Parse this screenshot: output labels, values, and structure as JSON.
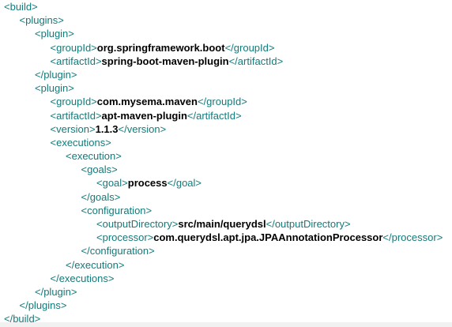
{
  "xml": {
    "lines": [
      {
        "indent": 0,
        "open": "<build>",
        "text": "",
        "close": ""
      },
      {
        "indent": 1,
        "open": "<plugins>",
        "text": "",
        "close": ""
      },
      {
        "indent": 2,
        "open": "<plugin>",
        "text": "",
        "close": ""
      },
      {
        "indent": 3,
        "open": "<groupId>",
        "text": "org.springframework.boot",
        "close": "</groupId>"
      },
      {
        "indent": 3,
        "open": "<artifactId>",
        "text": "spring-boot-maven-plugin",
        "close": "</artifactId>"
      },
      {
        "indent": 2,
        "open": "</plugin>",
        "text": "",
        "close": ""
      },
      {
        "indent": 2,
        "open": "<plugin>",
        "text": "",
        "close": ""
      },
      {
        "indent": 3,
        "open": "<groupId>",
        "text": "com.mysema.maven",
        "close": "</groupId>"
      },
      {
        "indent": 3,
        "open": "<artifactId>",
        "text": "apt-maven-plugin",
        "close": "</artifactId>"
      },
      {
        "indent": 3,
        "open": "<version>",
        "text": "1.1.3",
        "close": "</version>"
      },
      {
        "indent": 3,
        "open": "<executions>",
        "text": "",
        "close": ""
      },
      {
        "indent": 4,
        "open": "<execution>",
        "text": "",
        "close": ""
      },
      {
        "indent": 5,
        "open": "<goals>",
        "text": "",
        "close": ""
      },
      {
        "indent": 6,
        "open": "<goal>",
        "text": "process",
        "close": "</goal>"
      },
      {
        "indent": 5,
        "open": "</goals>",
        "text": "",
        "close": ""
      },
      {
        "indent": 5,
        "open": "<configuration>",
        "text": "",
        "close": ""
      },
      {
        "indent": 6,
        "open": "<outputDirectory>",
        "text": "src/main/querydsl",
        "close": "</outputDirectory>"
      },
      {
        "indent": 6,
        "open": "<processor>",
        "text": "com.querydsl.apt.jpa.JPAAnnotationProcessor",
        "close": "</processor>"
      },
      {
        "indent": 5,
        "open": "</configuration>",
        "text": "",
        "close": ""
      },
      {
        "indent": 4,
        "open": "</execution>",
        "text": "",
        "close": ""
      },
      {
        "indent": 3,
        "open": "</executions>",
        "text": "",
        "close": ""
      },
      {
        "indent": 2,
        "open": "</plugin>",
        "text": "",
        "close": ""
      },
      {
        "indent": 1,
        "open": "</plugins>",
        "text": "",
        "close": ""
      },
      {
        "indent": 0,
        "open": "</build>",
        "text": "",
        "close": ""
      }
    ]
  },
  "colors": {
    "tag": "#147a7a",
    "text": "#000000",
    "background": "#ffffff",
    "footer_band": "#f1f1f1"
  }
}
